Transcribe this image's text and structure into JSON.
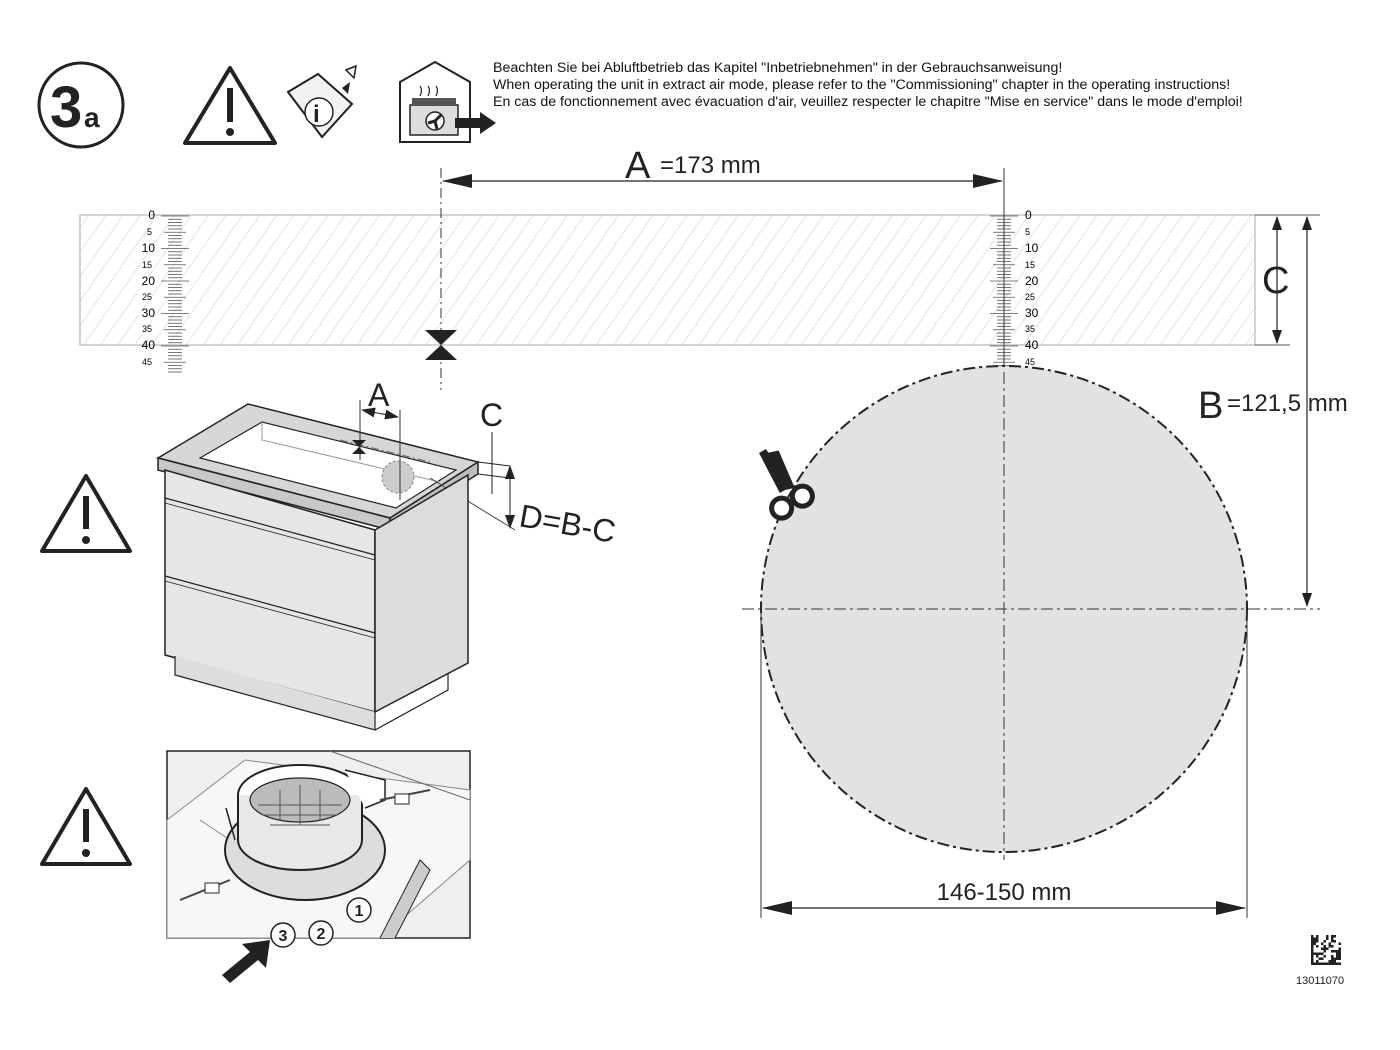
{
  "step": {
    "number": "3",
    "suffix": "a"
  },
  "notice_lines": [
    "Beachten Sie bei Abluftbetrieb das Kapitel \"Inbetriebnehmen\" in der Gebrauchsanweisung!",
    "When operating the unit in extract air mode, please refer to the \"Commissioning\" chapter in the operating instructions!",
    "En cas de fonctionnement avec évacuation d'air, veuillez respecter le chapitre \"Mise en service\" dans le mode d'emploi!"
  ],
  "info_icon_letter": "i",
  "dimensions": {
    "A_label": "A",
    "A_value": "=173 mm",
    "B_label": "B",
    "B_value": "=121,5 mm",
    "C_label": "C",
    "D_formula": "D=B-C",
    "diameter": "146-150 mm"
  },
  "scale_ticks": [
    "0",
    "5",
    "10",
    "15",
    "20",
    "25",
    "30",
    "35",
    "40",
    "45"
  ],
  "callouts": [
    "1",
    "2",
    "3"
  ],
  "document_code": "13011070",
  "colors": {
    "line": "#222222",
    "circle_fill": "#e2e2e2",
    "hatch": "#c8c8c8",
    "cabinet": "#e6e6e6"
  },
  "icons": [
    "warning-icon",
    "manual-info-icon",
    "extract-air-house-icon",
    "scissors-icon",
    "qr-code-icon",
    "push-arrow-icon"
  ]
}
